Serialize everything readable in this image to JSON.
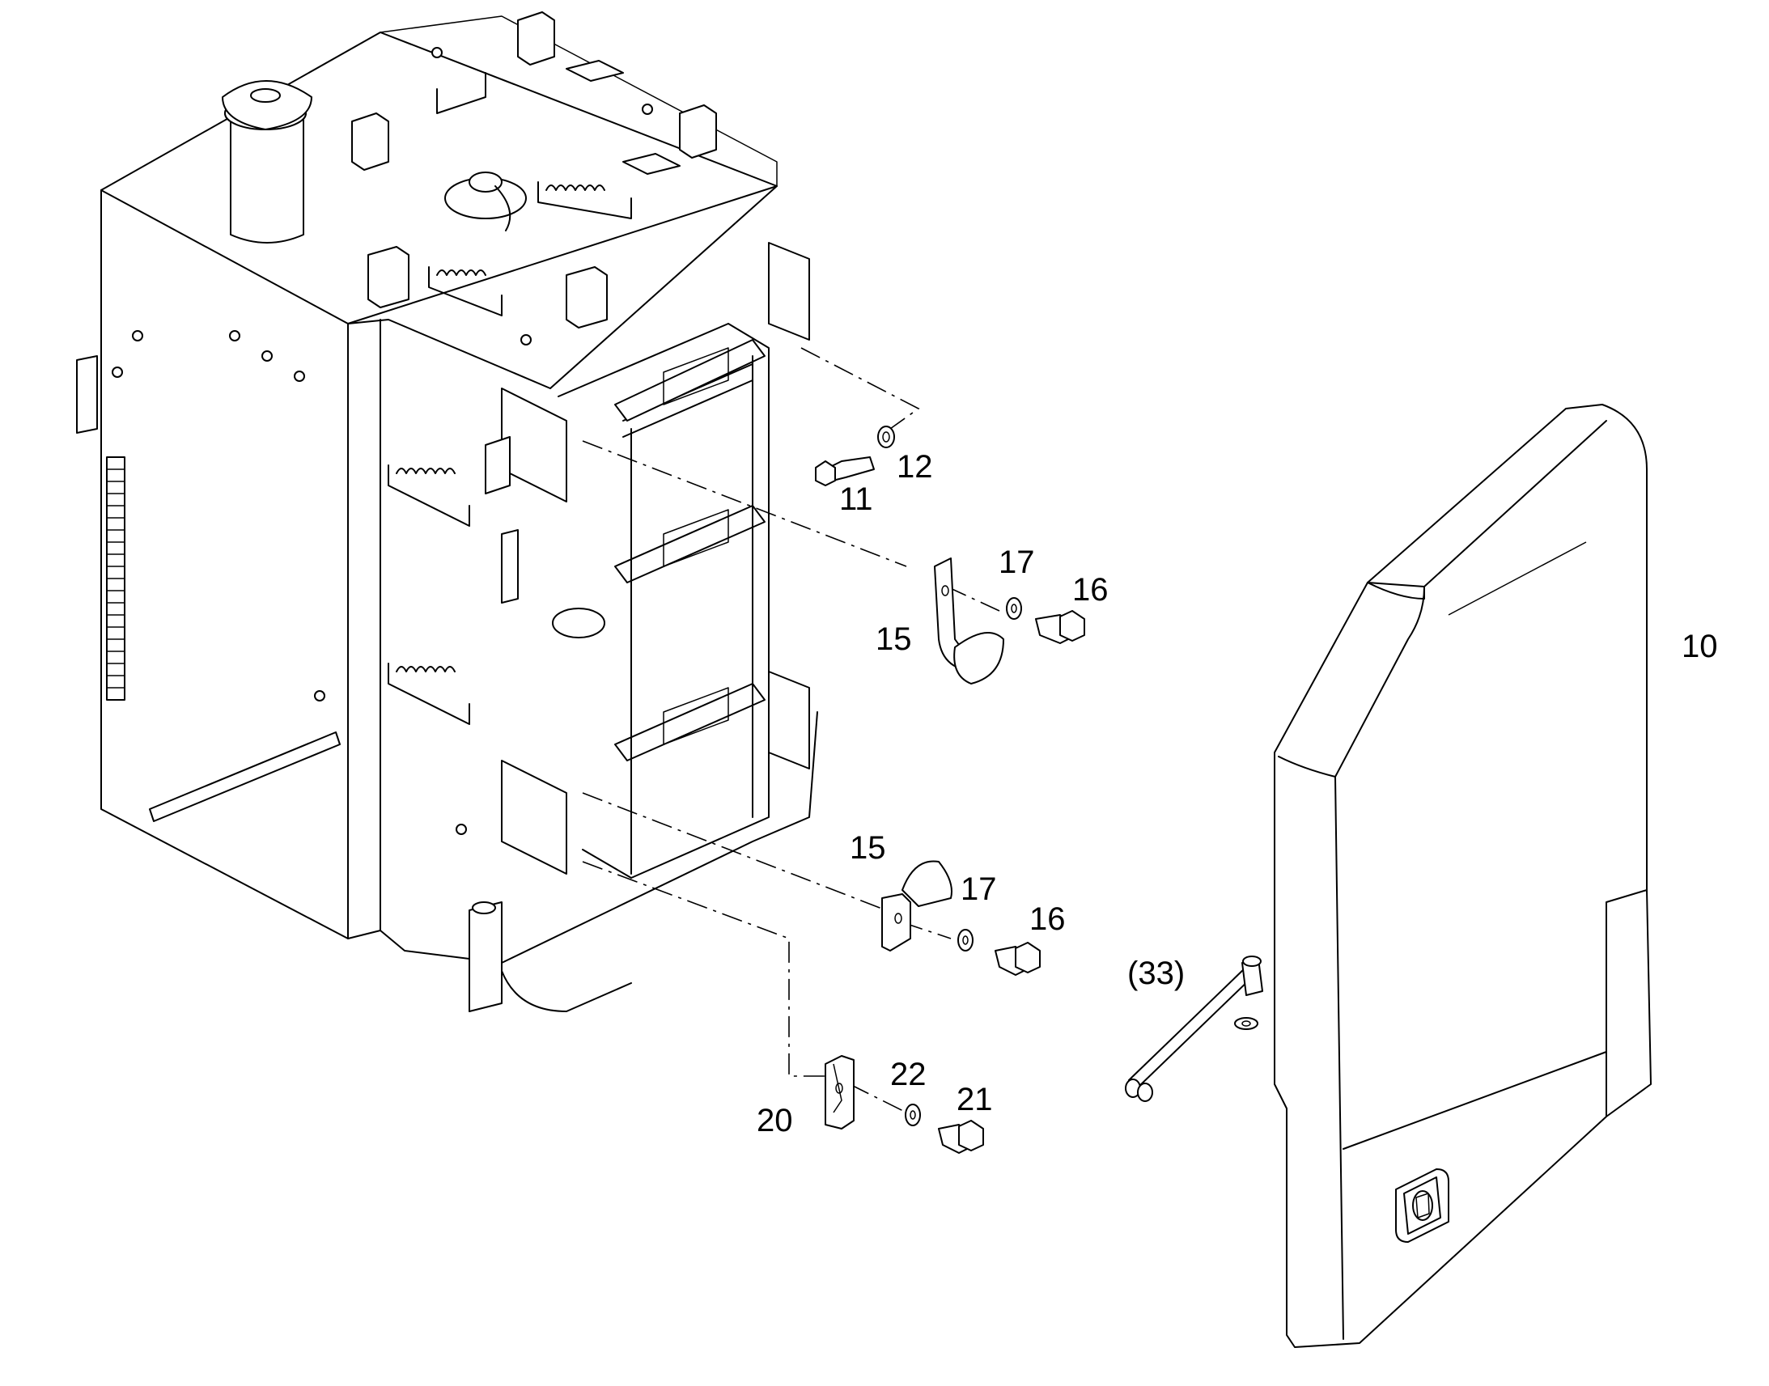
{
  "diagram": {
    "callouts": [
      {
        "id": "c10",
        "text": "10"
      },
      {
        "id": "c11",
        "text": "11"
      },
      {
        "id": "c12",
        "text": "12"
      },
      {
        "id": "c15a",
        "text": "15"
      },
      {
        "id": "c15b",
        "text": "15"
      },
      {
        "id": "c16a",
        "text": "16"
      },
      {
        "id": "c16b",
        "text": "16"
      },
      {
        "id": "c17a",
        "text": "17"
      },
      {
        "id": "c17b",
        "text": "17"
      },
      {
        "id": "c20",
        "text": "20"
      },
      {
        "id": "c21",
        "text": "21"
      },
      {
        "id": "c22",
        "text": "22"
      },
      {
        "id": "c33",
        "text": "(33)"
      }
    ]
  }
}
